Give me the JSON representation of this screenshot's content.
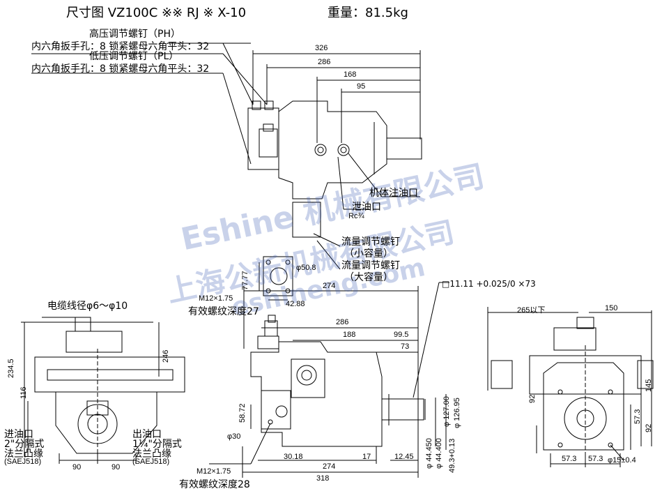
{
  "header": {
    "title": "尺寸图  VZ100C ※※ RJ ※ X-10",
    "weight": "重量：81.5kg"
  },
  "callouts": {
    "high_pressure": "高压调节螺钉（PH）",
    "high_pressure_tool": "内六角扳手孔：8  锁紧螺母六角平头：32",
    "low_pressure": "低压调节螺钉（PL）",
    "low_pressure_tool": "内六角扳手孔：8  锁紧螺母六角平头：32",
    "oil_fill": "机体注油口",
    "drain": "泄油口",
    "drain_size": "Rc¾",
    "flow_small": "流量调节螺钉",
    "flow_small_sub": "（小容量）",
    "flow_large": "流量调节螺钉",
    "flow_large_sub": "（大容量）",
    "cable": "电缆线径φ6～φ10",
    "inlet": "进油口",
    "inlet_size": "2\"分隔式",
    "inlet_flange": "法兰凸缘",
    "inlet_std": "(SAEJ518)",
    "outlet": "出油口",
    "outlet_size": "1¼\"分隔式",
    "outlet_flange": "法兰凸缘",
    "outlet_std": "(SAEJ518)",
    "thread_top": "M12×1.75",
    "thread_top_depth": "有效螺纹深度27",
    "thread_bottom": "M12×1.75",
    "thread_bottom_depth": "有效螺纹深度28",
    "key": "□11.11 +0.025/0 ×73"
  },
  "dims": {
    "top_326": "326",
    "top_286": "286",
    "top_168": "168",
    "top_95": "95",
    "d_508": "φ50.8",
    "d_7777": "77.77",
    "d_4288": "42.88",
    "front_274": "274",
    "front_286": "286",
    "front_188": "188",
    "front_995": "99.5",
    "front_73": "73",
    "front_5872": "58.72",
    "front_d30": "φ30",
    "front_3018": "30.18",
    "front_274b": "274",
    "front_17": "17",
    "front_1245": "12.45",
    "front_318": "318",
    "front_d127": "φ 127.00",
    "front_d12695": "φ 126.95",
    "front_d4445": "φ 44.450",
    "front_d4440": "φ 44.400",
    "front_493": "49.3+0.13",
    "left_2345": "234.5",
    "left_116": "116",
    "left_246": "246",
    "left_90a": "90",
    "left_90b": "90",
    "right_265": "265以下",
    "right_150": "150",
    "right_145": "145",
    "right_92a": "92",
    "right_573v": "57.3",
    "right_92b": "92",
    "right_573a": "57.3",
    "right_573b": "57.3",
    "right_d15": "φ15±0.4"
  },
  "watermark": {
    "company": "Eshine 机械有限公司",
    "company_cn": "上海公新机械有限公司",
    "site": "eshineng.com"
  },
  "colors": {
    "line": "#000000",
    "watermark": "#3f5fb5"
  }
}
